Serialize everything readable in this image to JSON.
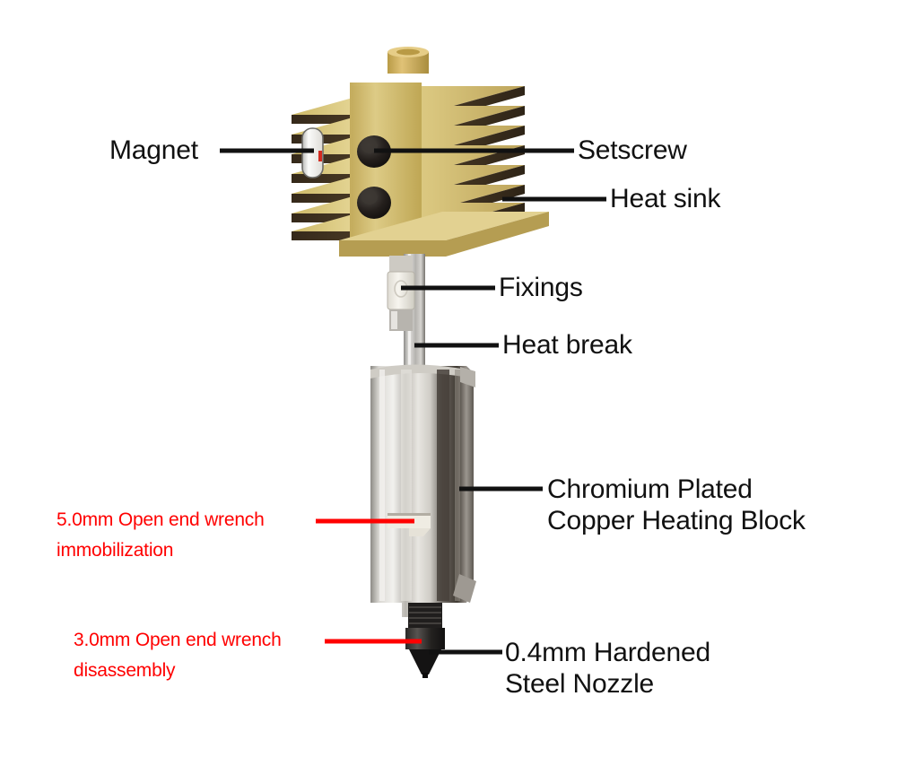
{
  "diagram": {
    "title": "3D printer hotend exploded callout diagram",
    "background_color": "#ffffff",
    "callout_line_color": "#111111",
    "callout_line_color_warning": "#ff0000",
    "labels": {
      "magnet": "Magnet",
      "setscrew": "Setscrew",
      "heat_sink": "Heat sink",
      "fixings": "Fixings",
      "heat_break": "Heat break",
      "heating_block_line1": "Chromium Plated",
      "heating_block_line2": "Copper Heating Block",
      "nozzle_line1": "0.4mm Hardened",
      "nozzle_line2": "Steel Nozzle",
      "wrench_5mm_line1": "5.0mm Open end wrench",
      "wrench_5mm_line2": "immobilization",
      "wrench_3mm_line1": "3.0mm Open end wrench",
      "wrench_3mm_line2": "disassembly"
    },
    "parts": {
      "heat_sink": {
        "name": "heat-sink",
        "material_color_light": "#e0cf86",
        "material_color_mid": "#c9b464",
        "material_color_dark": "#4a3a22",
        "fin_count": 9
      },
      "magnet": {
        "name": "magnet",
        "color": "#f2f2f0"
      },
      "setscrew": {
        "name": "setscrew",
        "color": "#221e1b",
        "count": 2
      },
      "heat_break": {
        "name": "heat-break",
        "color": "#b8b8b4"
      },
      "fixings": {
        "name": "fixings-clip",
        "color": "#efece4"
      },
      "heating_block": {
        "name": "chromium-plated-copper-heating-block",
        "color": "#c6c3bd",
        "shadow_color": "#3b332c"
      },
      "nozzle": {
        "name": "hardened-steel-nozzle",
        "color": "#1d1b1a",
        "size": "0.4mm"
      }
    }
  }
}
